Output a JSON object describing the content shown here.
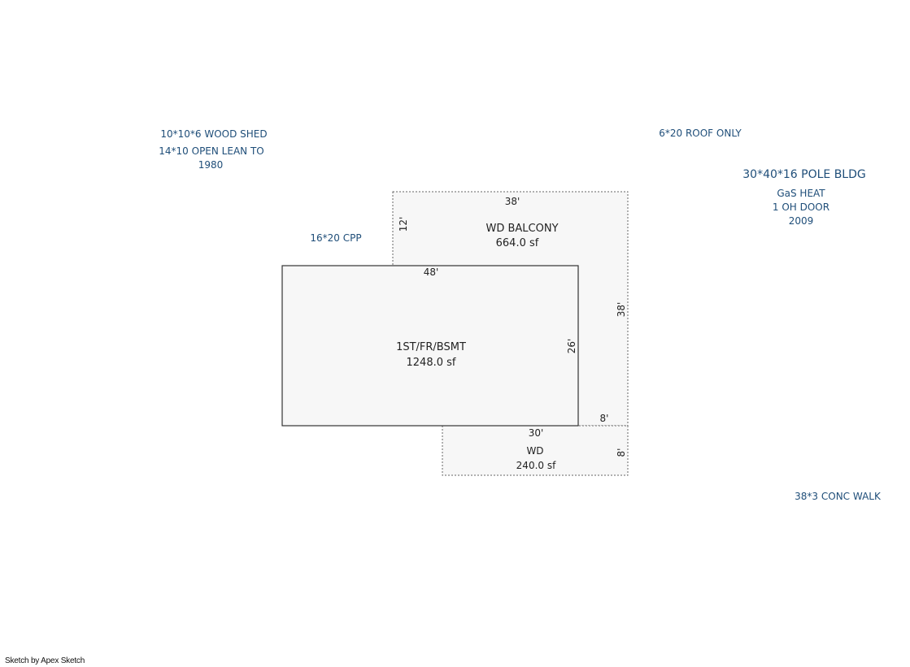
{
  "notes": {
    "wood_shed": "10*10*6 WOOD SHED",
    "open_lean_to": "14*10 OPEN LEAN TO",
    "open_lean_to_year": "1980",
    "roof_only": "6*20 ROOF ONLY",
    "pole_bldg": "30*40*16 POLE BLDG",
    "gas_heat": "GaS HEAT",
    "oh_door": "1 OH DOOR",
    "pole_year": "2009",
    "cpp": "16*20 CPP",
    "conc_walk": "38*3 CONC WALK"
  },
  "areas": {
    "main": {
      "name": "1ST/FR/BSMT",
      "size": "1248.0 sf"
    },
    "balcony": {
      "name": "WD BALCONY",
      "size": "664.0 sf"
    },
    "deck": {
      "name": "WD",
      "size": "240.0 sf"
    }
  },
  "dimensions": {
    "balcony_top": "38'",
    "balcony_left": "12'",
    "main_top": "48'",
    "main_right": "26'",
    "balcony_right": "38'",
    "balcony_bottom": "8'",
    "deck_top": "30'",
    "deck_right": "8'"
  },
  "credit": "Sketch by Apex Sketch",
  "colors": {
    "note_text": "#1f4e79",
    "solid_line": "#333333",
    "dashed_line": "#555555",
    "fill": "#f7f7f7"
  }
}
